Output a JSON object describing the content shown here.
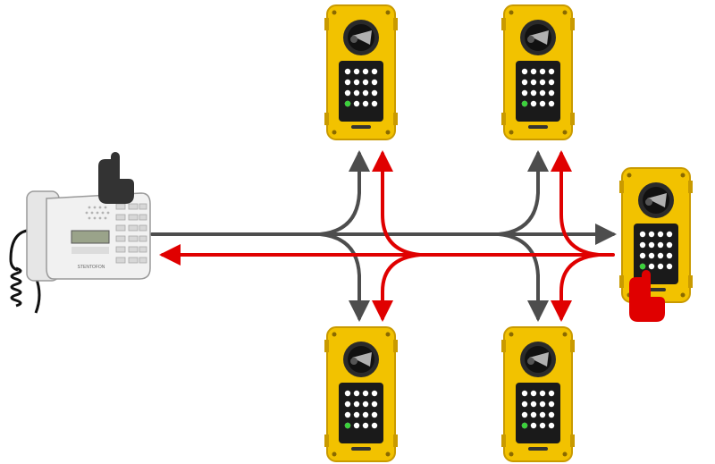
{
  "master_station": {
    "brand_text": "STENTOFON",
    "icon": "desk-intercom-master-station-icon"
  },
  "substations": [
    {
      "id": "top-left",
      "icon": "yellow-industrial-intercom-icon"
    },
    {
      "id": "top-right",
      "icon": "yellow-industrial-intercom-icon"
    },
    {
      "id": "bottom-left",
      "icon": "yellow-industrial-intercom-icon"
    },
    {
      "id": "bottom-right",
      "icon": "yellow-industrial-intercom-icon"
    },
    {
      "id": "right",
      "icon": "yellow-industrial-intercom-icon"
    }
  ],
  "hands": [
    {
      "at": "master_station",
      "icon": "pointing-hand-icon",
      "color": "#333333"
    },
    {
      "at": "right_substation",
      "icon": "pointing-hand-icon",
      "color": "#e00000"
    }
  ],
  "flows": [
    {
      "name": "outgoing-call",
      "color": "#4d4d4d",
      "from": "master_station",
      "to": [
        "top-left",
        "top-right",
        "bottom-left",
        "bottom-right",
        "right"
      ]
    },
    {
      "name": "reply-call",
      "color": "#e00000",
      "from": "right",
      "to": [
        "master_station",
        "top-left",
        "top-right",
        "bottom-left",
        "bottom-right"
      ]
    }
  ],
  "colors": {
    "housing_yellow": "#f2c200",
    "housing_edge": "#c99a00",
    "keypad_black": "#1a1a1a",
    "gray_arrow": "#4d4d4d",
    "red_arrow": "#e00000"
  }
}
